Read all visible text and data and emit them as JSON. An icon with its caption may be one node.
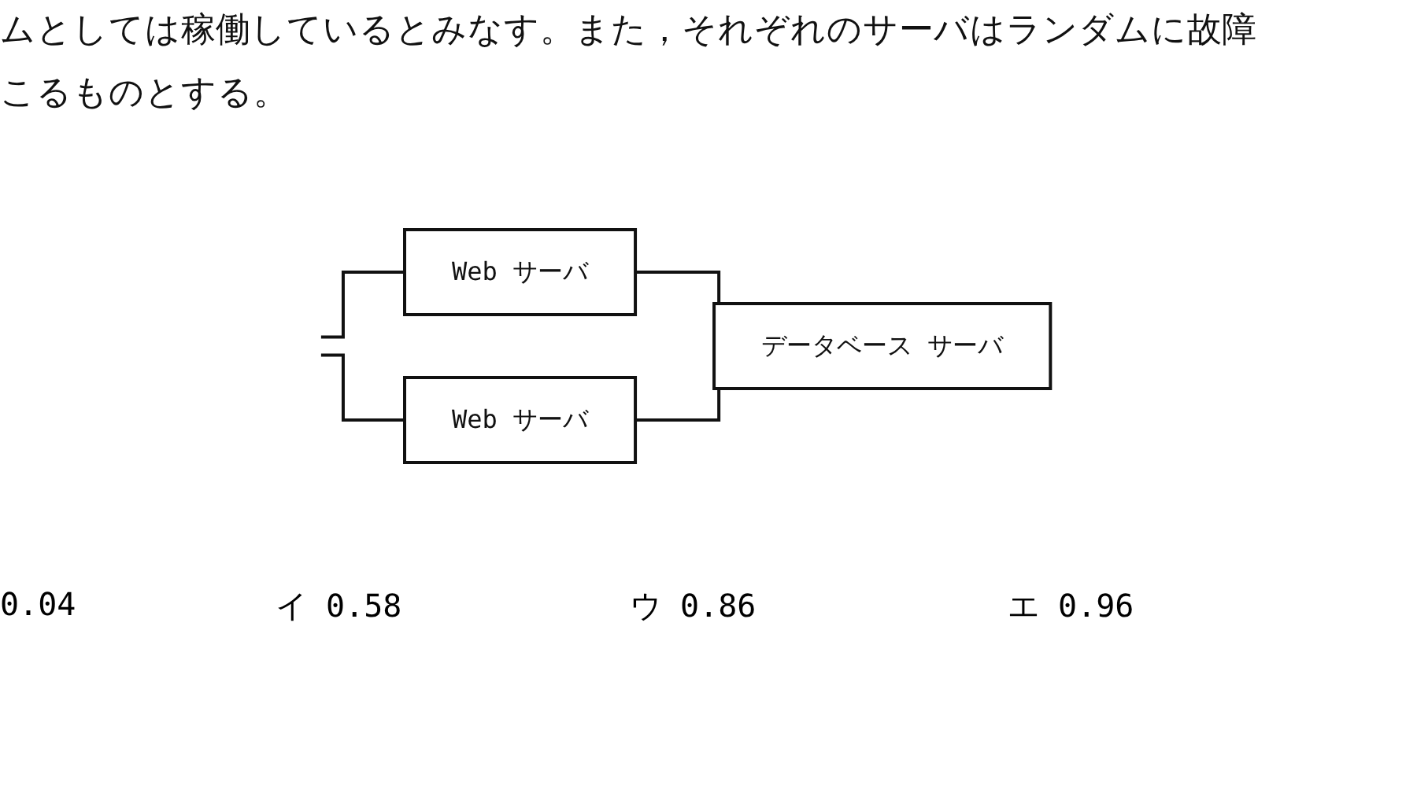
{
  "diagram": {
    "nodes": [
      {
        "text": [
          "Web サーバ"
        ]
      },
      {
        "text": [
          "Web サーバ"
        ]
      },
      {
        "text": [
          "データベース サーバ"
        ]
      }
    ],
    "edges": [
      {
        "from": null,
        "to": 0,
        "arrow": "none"
      },
      {
        "from": null,
        "to": 1,
        "arrow": "none"
      },
      {
        "from": 0,
        "to": 2,
        "arrow": "none"
      },
      {
        "from": 1,
        "to": 2,
        "arrow": "none"
      }
    ],
    "labels": [
      "ムとしては稼働しているとみなす。また，それぞれのサーバはランダムに故障",
      "こるものとする。",
      "0.04",
      "イ 0.58",
      "ウ 0.86",
      "エ 0.96"
    ]
  }
}
